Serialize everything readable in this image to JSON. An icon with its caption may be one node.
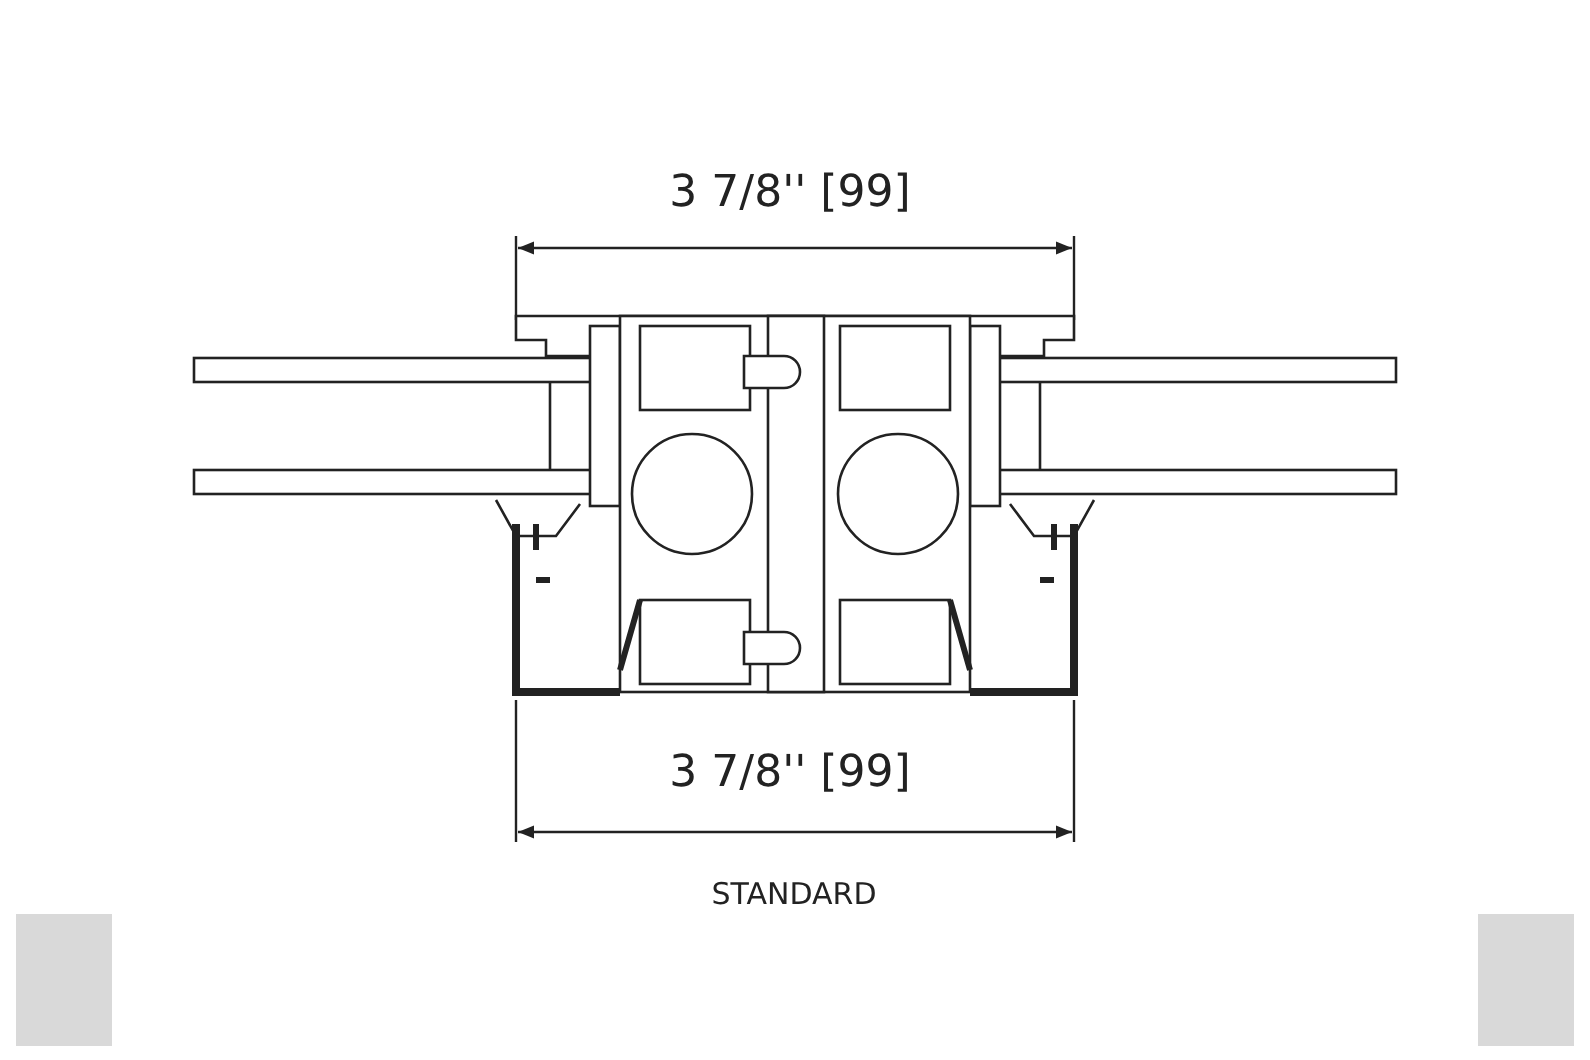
{
  "diagram": {
    "caption": "STANDARD",
    "labels": [
      "3 7/8'' [99]",
      "3 7/8'' [99]"
    ]
  }
}
